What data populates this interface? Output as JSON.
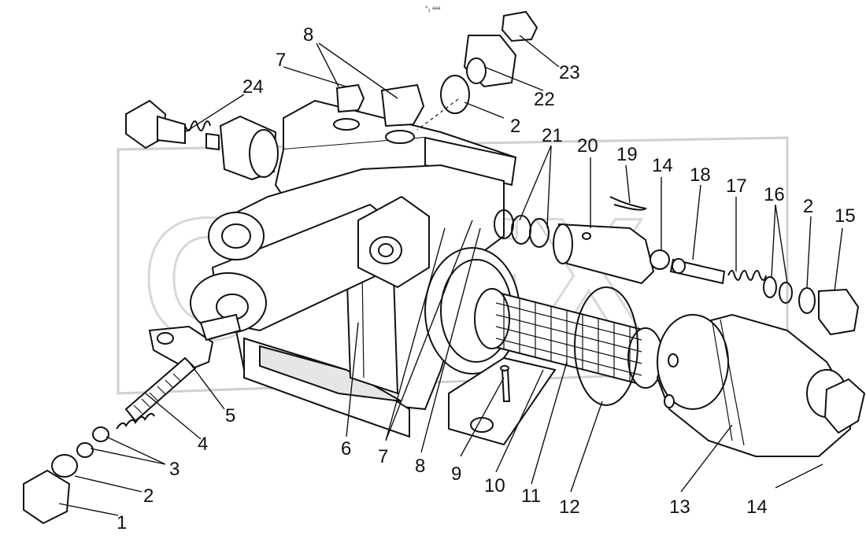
{
  "watermark": "ORFX",
  "top_mark": "°₁ ᵃᵃᵃ",
  "callouts": {
    "c1": "1",
    "c2a": "2",
    "c2b": "2",
    "c2c": "2",
    "c3": "3",
    "c4": "4",
    "c5": "5",
    "c6": "6",
    "c7a": "7",
    "c7b": "7",
    "c8a": "8",
    "c8b": "8",
    "c9": "9",
    "c10": "10",
    "c11": "11",
    "c12": "12",
    "c13": "13",
    "c14a": "14",
    "c14b": "14",
    "c15": "15",
    "c16": "16",
    "c17": "17",
    "c18": "18",
    "c19": "19",
    "c20": "20",
    "c21": "21",
    "c22": "22",
    "c23": "23",
    "c24": "24"
  }
}
